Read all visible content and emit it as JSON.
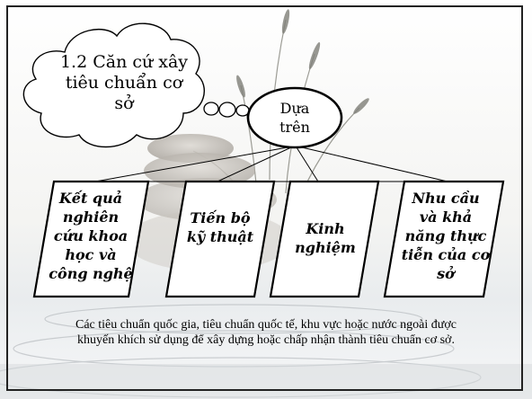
{
  "slide": {
    "cloud_title": "1.2 Căn cứ xây tiêu chuẩn cơ sở",
    "hub_label": "Dựa trên",
    "boxes": [
      {
        "label": "Kết quả nghiên cứu khoa học và công nghệ"
      },
      {
        "label": "Tiến bộ kỹ thuật"
      },
      {
        "label": "Kinh nghiệm"
      },
      {
        "label": "Nhu cầu và khả năng thực tiễn của cơ sở"
      }
    ],
    "caption": "Các tiêu chuẩn quốc gia, tiêu chuẩn quốc tế, khu vực hoặc nước ngoài được khuyến khích sử dụng để xây dựng hoặc chấp nhận thành tiêu chuẩn cơ sở."
  }
}
